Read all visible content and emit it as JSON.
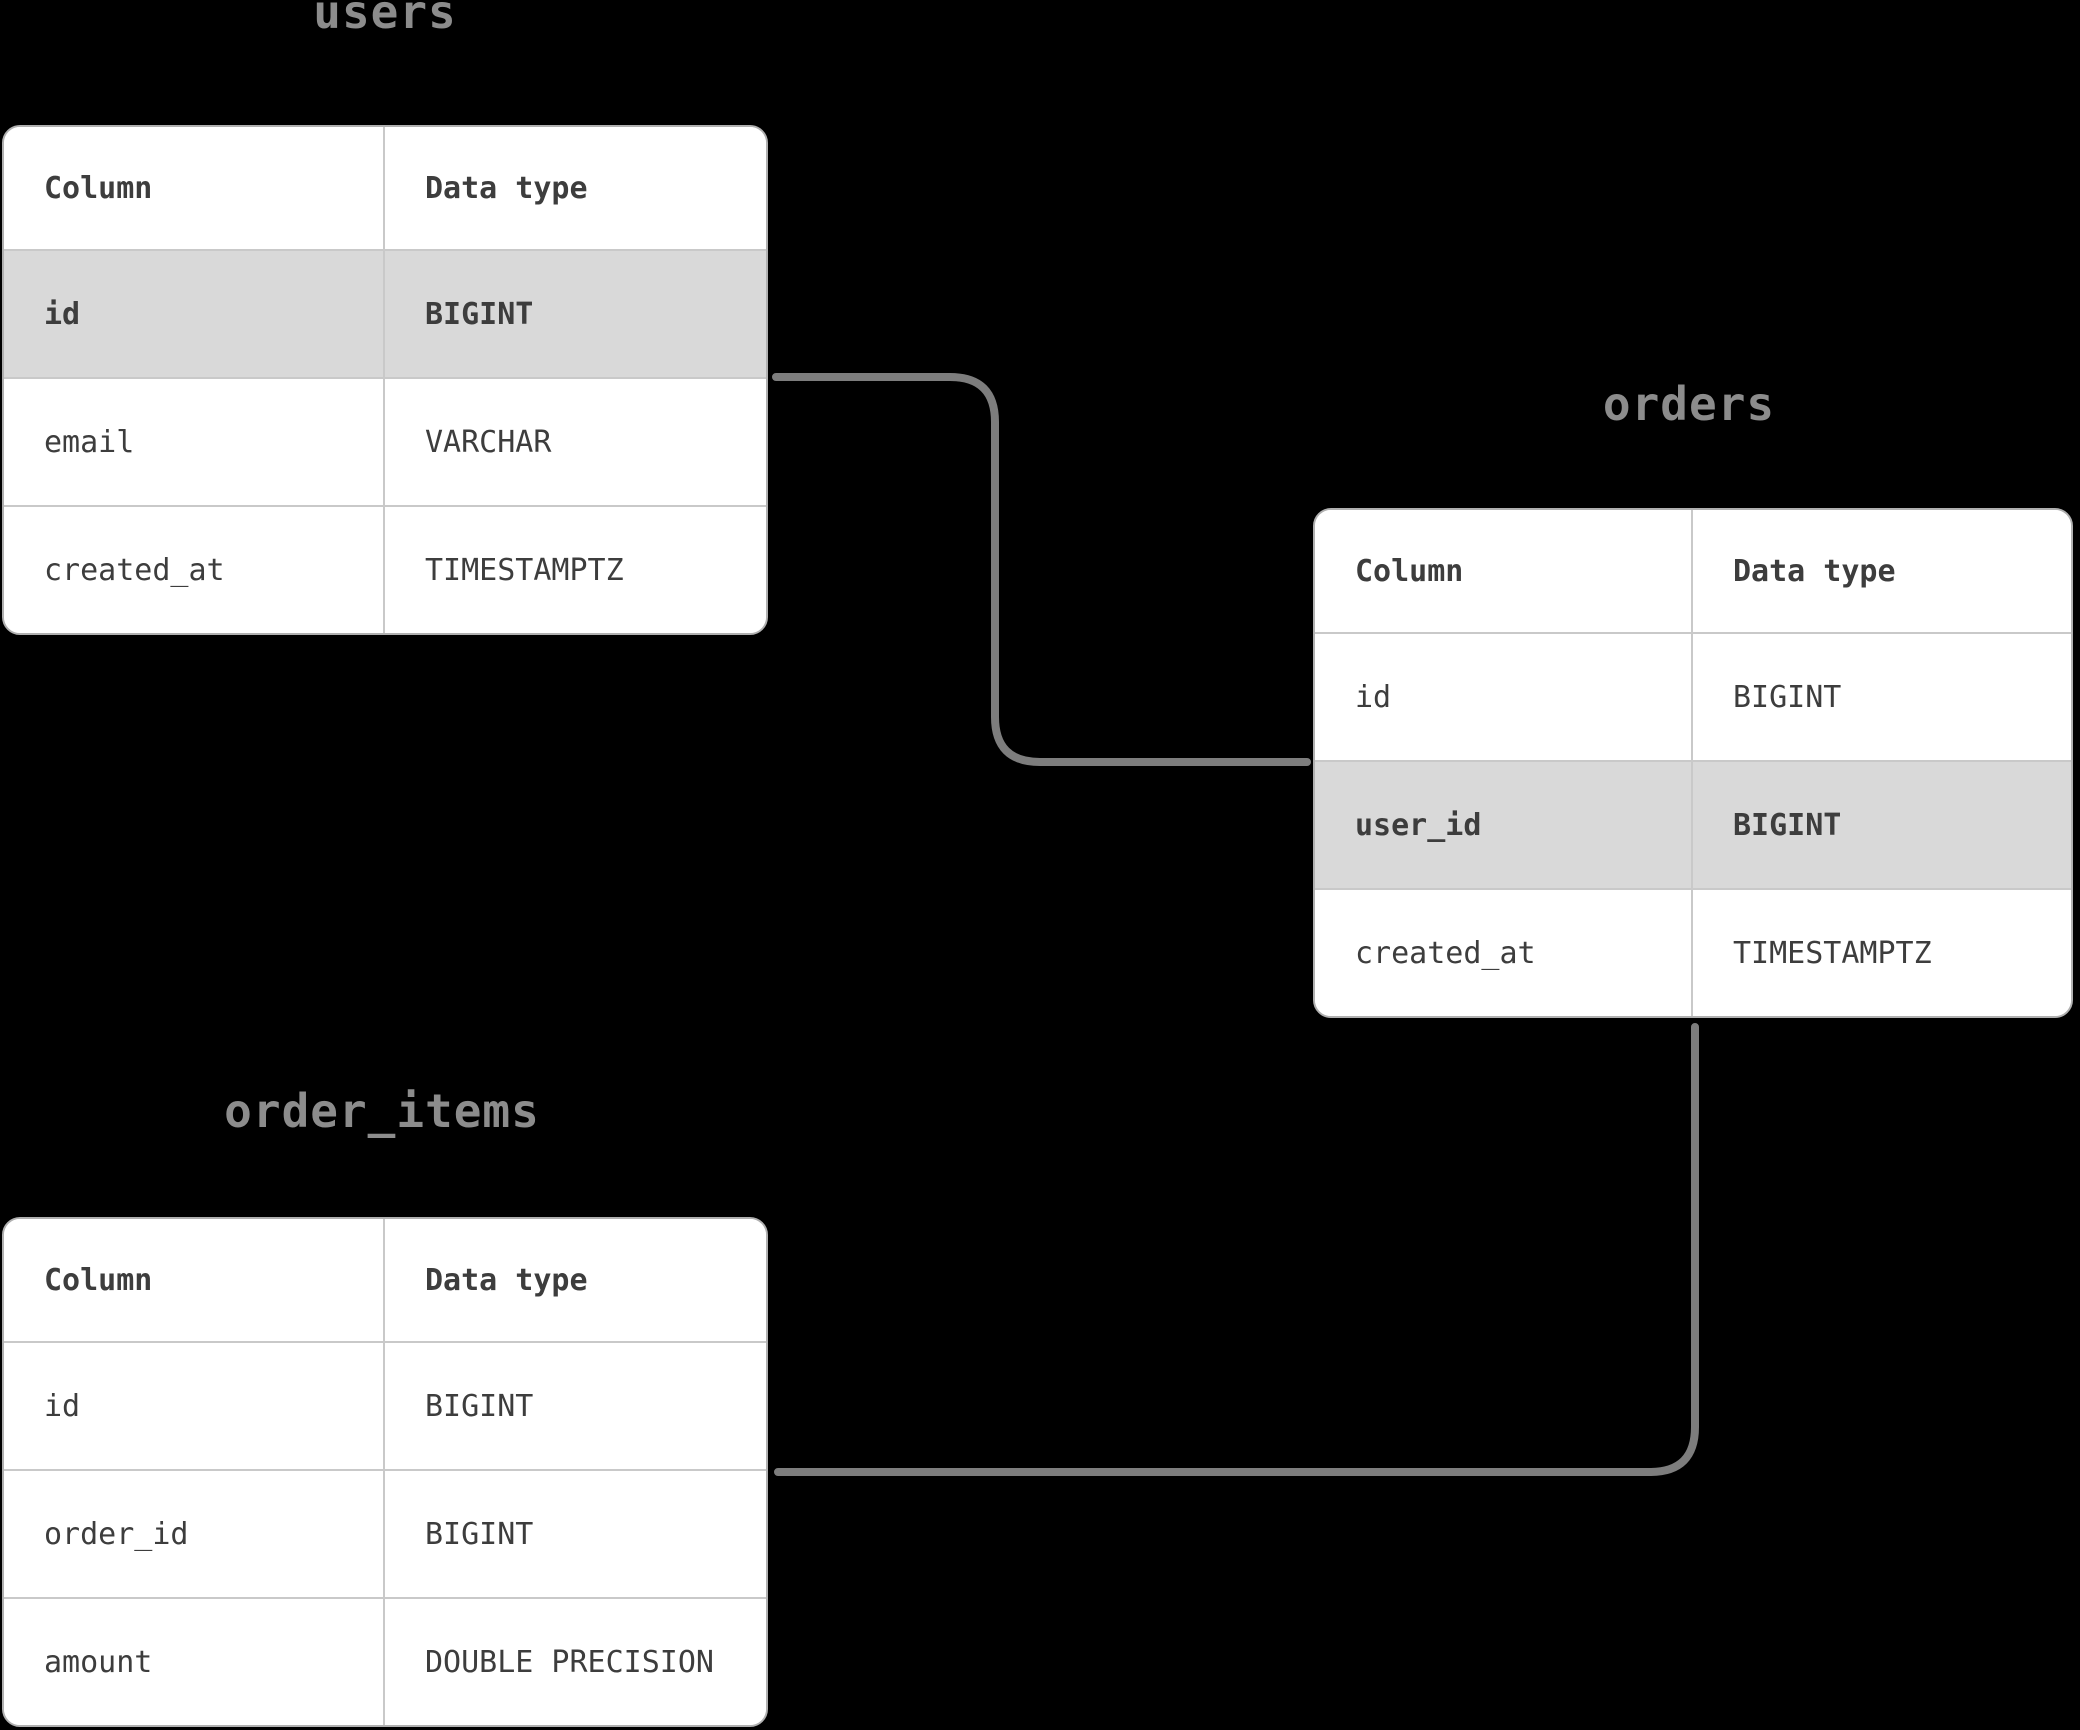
{
  "colors": {
    "background": "#000000",
    "card_background": "#ffffff",
    "card_border": "#b0b0b0",
    "row_divider": "#c9c9c9",
    "highlight_row": "#d9d9d9",
    "connector": "#7d7d7d",
    "title_text": "#8c8c8c",
    "cell_text": "#3d3d3d"
  },
  "tables": [
    {
      "name": "users",
      "headers": [
        "Column",
        "Data type"
      ],
      "rows": [
        {
          "column": "id",
          "type": "BIGINT",
          "highlight": true
        },
        {
          "column": "email",
          "type": "VARCHAR",
          "highlight": false
        },
        {
          "column": "created_at",
          "type": "TIMESTAMPTZ",
          "highlight": false
        }
      ]
    },
    {
      "name": "orders",
      "headers": [
        "Column",
        "Data type"
      ],
      "rows": [
        {
          "column": "id",
          "type": "BIGINT",
          "highlight": false
        },
        {
          "column": "user_id",
          "type": "BIGINT",
          "highlight": true
        },
        {
          "column": "created_at",
          "type": "TIMESTAMPTZ",
          "highlight": false
        }
      ]
    },
    {
      "name": "order_items",
      "headers": [
        "Column",
        "Data type"
      ],
      "rows": [
        {
          "column": "id",
          "type": "BIGINT",
          "highlight": false
        },
        {
          "column": "order_id",
          "type": "BIGINT",
          "highlight": false
        },
        {
          "column": "amount",
          "type": "DOUBLE PRECISION",
          "highlight": false
        }
      ]
    }
  ],
  "relations": [
    {
      "from": "users",
      "to": "orders"
    },
    {
      "from": "orders",
      "to": "order_items"
    }
  ]
}
